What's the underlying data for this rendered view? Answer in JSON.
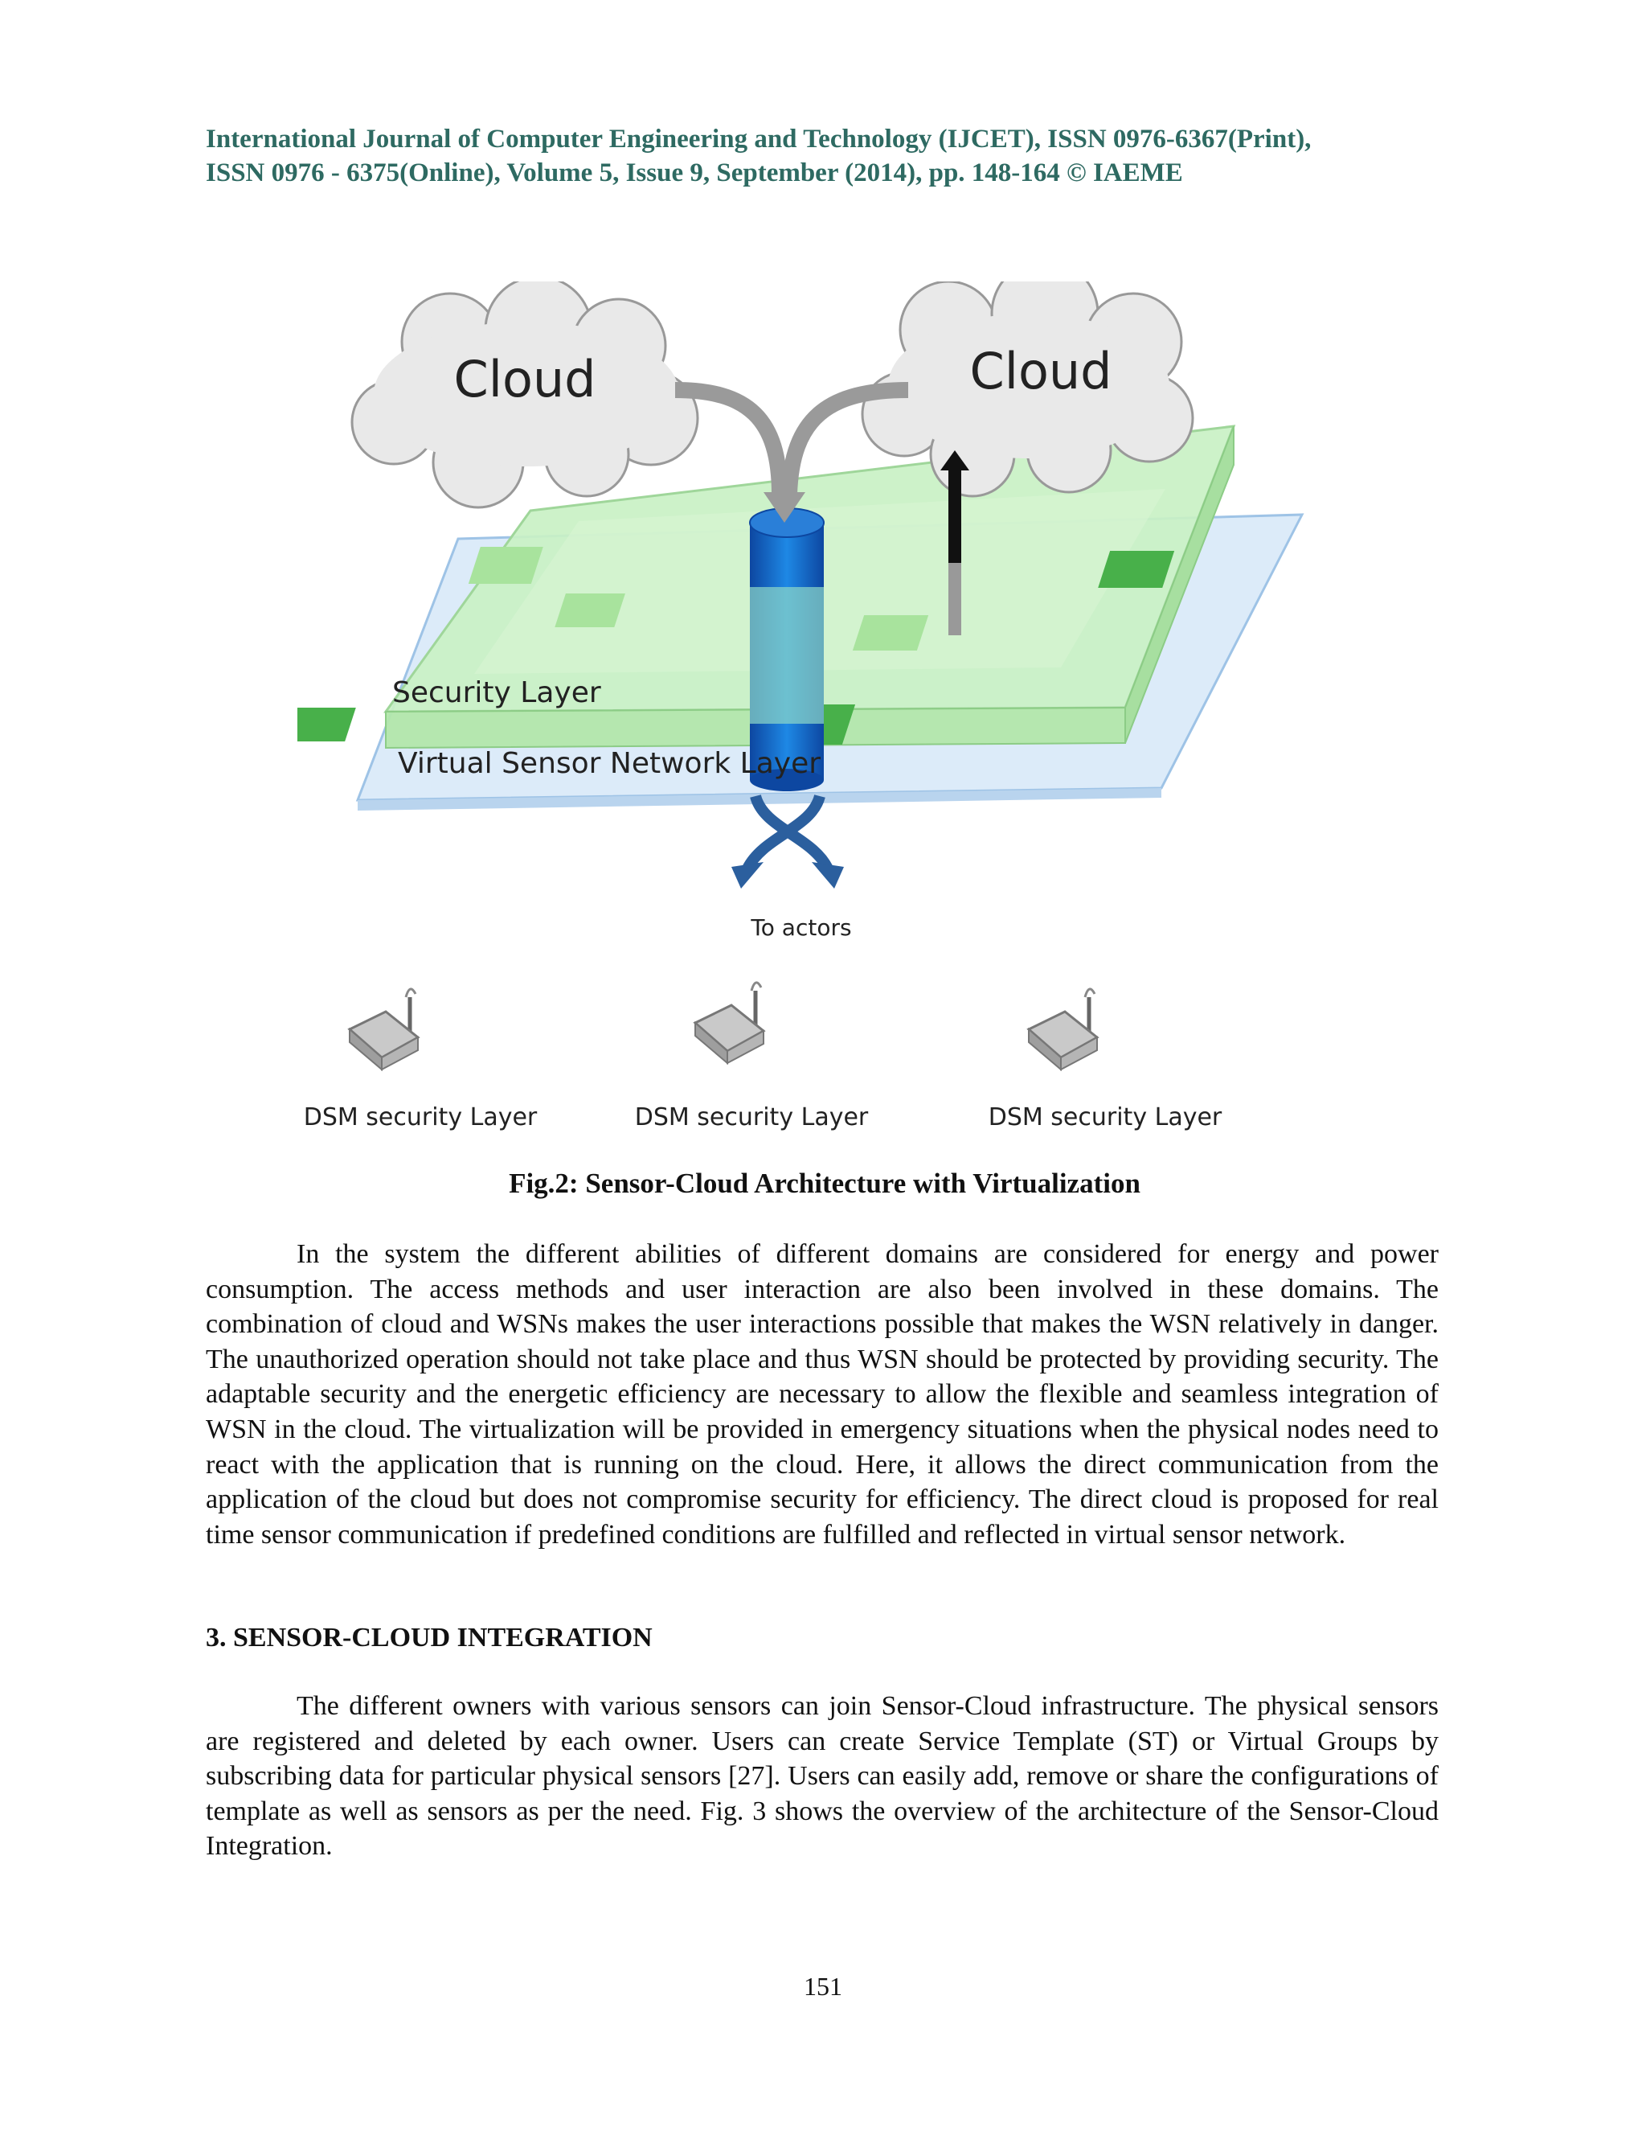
{
  "header": {
    "journal_line1": "International Journal of Computer Engineering and Technology (IJCET), ISSN 0976-6367(Print),",
    "journal_line2": "ISSN 0976 - 6375(Online), Volume 5, Issue 9, September (2014), pp. 148-164 © IAEME"
  },
  "figure": {
    "cloud_left": "Cloud",
    "cloud_right": "Cloud",
    "security_layer": "Security Layer",
    "virtual_layer": "Virtual Sensor Network Layer",
    "to_actors": "To actors",
    "dsm_1": "DSM security Layer",
    "dsm_2": "DSM security Layer",
    "dsm_3": "DSM security Layer",
    "caption": "Fig.2: Sensor-Cloud Architecture with Virtualization"
  },
  "body": {
    "paragraph1": "In the system the different abilities of different domains are considered for energy and power consumption. The access methods and user interaction are also been involved in these domains. The combination of cloud and WSNs makes the user interactions possible that makes the WSN relatively in danger. The unauthorized operation should not take place and thus WSN should be protected by providing security. The adaptable security and the energetic efficiency are necessary to allow the flexible and seamless integration of WSN in the cloud. The virtualization will be provided in emergency situations when the physical nodes need to react with the application that is running on the cloud. Here, it allows the direct communication from the application of the cloud but does not compromise security for efficiency. The direct cloud is proposed for real time sensor communication if predefined conditions are fulfilled and reflected in virtual sensor network.",
    "section3_heading": "3. SENSOR-CLOUD INTEGRATION",
    "paragraph2": "The different owners with various sensors can join Sensor-Cloud infrastructure. The physical sensors are registered and deleted by each owner. Users can create Service Template (ST) or Virtual Groups by subscribing data for particular physical sensors [27]. Users can easily add, remove or share the configurations of template as well as sensors as per the need. Fig. 3 shows the overview of the architecture of the Sensor-Cloud Integration."
  },
  "footer": {
    "page_number": "151"
  },
  "colors": {
    "header_text": "#2e6a62",
    "security_layer": "#c9f1c4",
    "virtual_layer": "#dbeaf8",
    "cylinder": "#1565c0"
  }
}
